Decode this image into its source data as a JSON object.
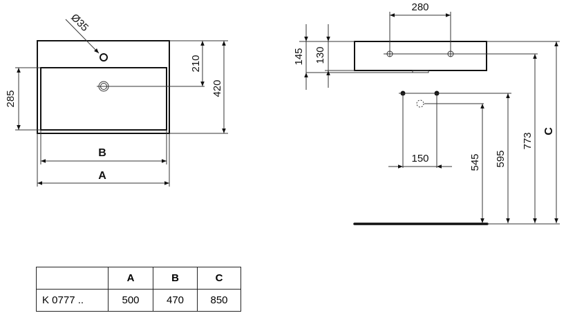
{
  "top_view": {
    "hole_diameter": "Ø35",
    "dim_tap_depth": "210",
    "dim_depth": "420",
    "dim_bowl_depth": "285",
    "dim_inner_width": "B",
    "dim_outer_width": "A"
  },
  "side_view": {
    "dim_tap_spacing": "280",
    "dim_height_total": "145",
    "dim_height_bowl": "130",
    "dim_supply_spacing": "150",
    "dim_waste": "545",
    "dim_supply": "595",
    "dim_tap_height": "773",
    "dim_rim_height": "C"
  },
  "table": {
    "headers": [
      "",
      "A",
      "B",
      "C"
    ],
    "rows": [
      [
        "K 0777 ..",
        "500",
        "470",
        "850"
      ]
    ]
  }
}
